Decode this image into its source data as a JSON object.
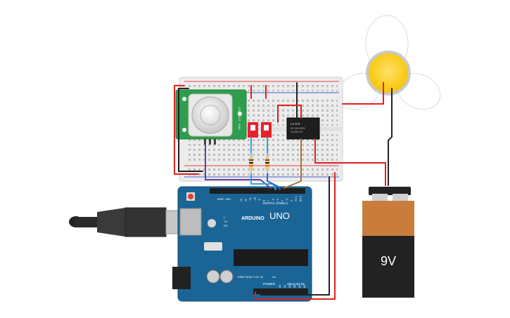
{
  "circuit": {
    "arduino": {
      "brand": "ARDUINO",
      "model": "UNO",
      "digital_label": "DIGITAL (PWM~)",
      "power_label": "POWER",
      "analog_label": "ANALOG IN",
      "led_tx": "TX",
      "led_rx": "RX",
      "led_l": "L",
      "aref": "AREF",
      "gnd": "GND",
      "ioref": "IOREF",
      "reset": "RESET",
      "v33": "3.3V",
      "v5": "5V",
      "vin": "Vin",
      "digital_pins": [
        "13",
        "12",
        "~11",
        "~10",
        "~9",
        "8",
        "7",
        "~6",
        "~5",
        "4",
        "~3",
        "2",
        "TX 1",
        "RX 0"
      ],
      "analog_pins": [
        "A0",
        "A1",
        "A2",
        "A3",
        "A4",
        "A5"
      ]
    },
    "battery": {
      "label": "9V"
    },
    "relay": {
      "line1": "LU-5-R",
      "line2": "5V 10A 250V",
      "line3": "1A 28V DC"
    },
    "pir": {
      "side_labels": [
        "VCC",
        "OUT",
        "GND"
      ]
    },
    "colors": {
      "arduino_blue": "#1a6596",
      "wire_red": "#e02020",
      "wire_black": "#222222",
      "switch_red": "#e8202b",
      "pir_green": "#2e9e4c",
      "battery_copper": "#c97d3c",
      "bulb_yellow": "#ffd01c"
    }
  }
}
